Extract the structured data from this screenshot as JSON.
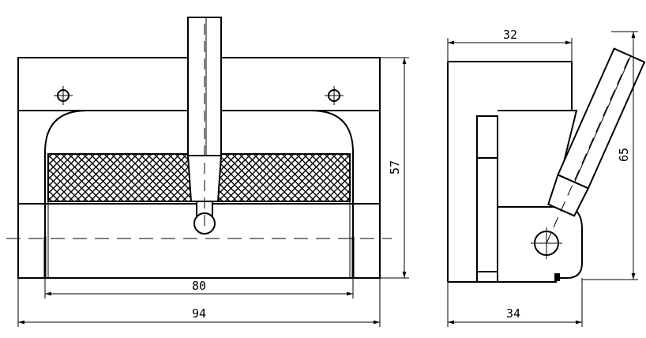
{
  "dimensions": {
    "front_inner_width": "80",
    "front_total_width": "94",
    "front_height": "57",
    "side_top_width": "32",
    "side_bottom_width": "34",
    "side_height": "65"
  },
  "colors": {
    "line": "#000000",
    "background": "#ffffff"
  }
}
